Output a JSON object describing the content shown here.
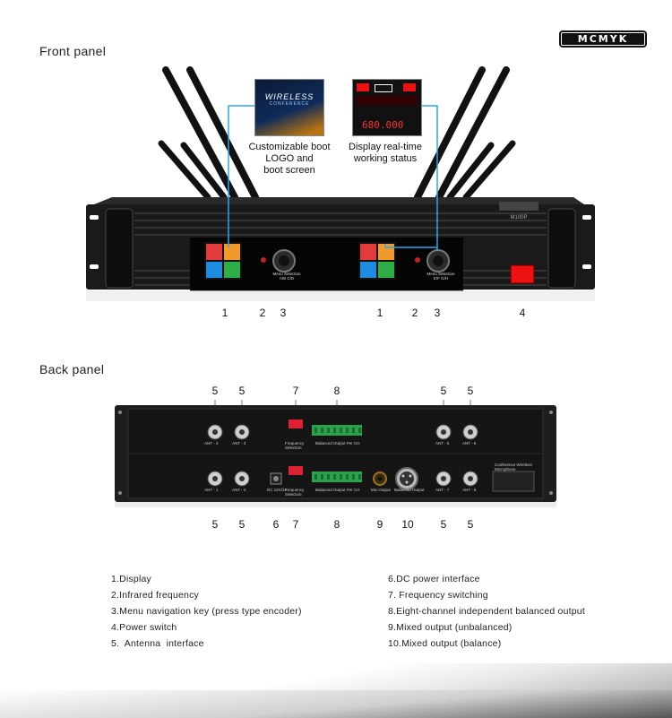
{
  "brand": {
    "logo_text": "MCMYK"
  },
  "front": {
    "title": "Front panel",
    "callout_left": {
      "screen_line1": "WIRELESS",
      "screen_line2": "CONFERENCE",
      "caption": [
        "Customizable boot",
        "LOGO and",
        "boot screen"
      ]
    },
    "callout_right": {
      "screen_freq": "680.000",
      "caption": [
        "Display real-time",
        "working status"
      ]
    },
    "model": "M100P",
    "menu_label": [
      "Menu Selection",
      "A/B C/D"
    ],
    "menu_label2": [
      "Menu Selection",
      "E/F G/H"
    ],
    "numbers": [
      "1",
      "2",
      "3",
      "1",
      "2",
      "3",
      "4"
    ]
  },
  "back": {
    "title": "Back panel",
    "top_numbers": [
      "5",
      "5",
      "7",
      "8",
      "5",
      "5"
    ],
    "bottom_numbers": [
      "5",
      "5",
      "6",
      "7",
      "8",
      "9",
      "10",
      "5",
      "5"
    ],
    "labels": {
      "ant1": "ANT - 1",
      "ant2": "ANT - 2",
      "ant3": "ANT - 3",
      "ant4": "ANT - 4",
      "ant5": "ANT - 5",
      "ant6": "ANT - 6",
      "ant7": "ANT - 7",
      "ant8": "ANT - 8",
      "freq_sel": "Frequency Selection",
      "bal_out": "Balanced Output Per CH",
      "dc": "DC 12V/2A",
      "mix_out": "Mix Output",
      "bal_mix": "Balanced Output",
      "product": "Conference Wireless Microphone"
    }
  },
  "legend": {
    "left": [
      "1.Display",
      "2.Infrared frequency",
      "3.Menu navigation key (press type encoder)",
      "4.Power switch",
      "5.  Antenna  interface"
    ],
    "right": [
      "6.DC power interface",
      "7. Frequency switching",
      "8.Eight-channel independent balanced output",
      "9.Mixed output (unbalanced)",
      "10.Mixed output (balance)"
    ]
  }
}
